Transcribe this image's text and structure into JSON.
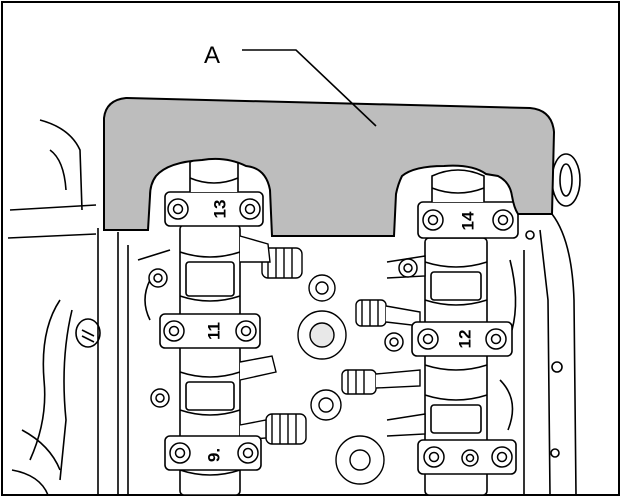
{
  "figure": {
    "callout_letter": "A",
    "tool_color": "#bdbdbd",
    "line_color": "#000000",
    "background": "#ffffff"
  },
  "cap_labels": {
    "cap_13": "13",
    "cap_14": "14",
    "cap_11": "11",
    "cap_12": "12",
    "cap_9": "9."
  }
}
